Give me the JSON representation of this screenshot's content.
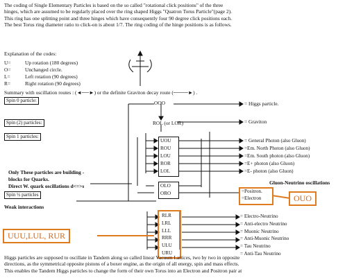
{
  "intro_lines": [
    "The coding of Single Elementary Particles is based on the so called \"rotational click positions\" of the three",
    "hinges, which are assumed to be regularly placed over the ring shaped Higgs \"Quatron Torus Particle\"(page 2).",
    "This ring has one splitting point and three hinges which have consequently four 90 degree click positions each.",
    "The best Torus ring diameter ratio to click-on is about 1/7. The ring coding of the hinge positions is as follows."
  ],
  "codes": {
    "heading": "Explanation of the codes:",
    "items": [
      {
        "key": "U=",
        "text": "Up rotation (180 degrees)"
      },
      {
        "key": "O=",
        "text": "Unchanged circle."
      },
      {
        "key": "L=",
        "text": "Left rotation (90 degrees)"
      },
      {
        "key": "R=",
        "text": "Right rotation (90 degrees)"
      }
    ]
  },
  "summary": "Summary with oscillation routes : (◄──►) or the definite Graviton decay route (────►) .",
  "spin_labels": [
    "Spin 0 particle:",
    "Spin (2) particles:",
    "Spin 1 particles:",
    "Spin ½ particles"
  ],
  "building_blocks": [
    "Only These particles are building -",
    "blocks for Quarks.",
    "Direct W. quark oscillations d<=>s"
  ],
  "weak_interactions": "Weak interactions",
  "ooo": "OOO",
  "rol": "ROL (or LOR)",
  "spin1_codes": [
    "UOU",
    "ROU",
    "LOU",
    "ROR",
    "LOL"
  ],
  "spin_half_codes": [
    "OLO",
    "ORO"
  ],
  "weak_codes": [
    "RLR",
    "LRL",
    "LLL",
    "RRR",
    "ULU",
    "URU"
  ],
  "higgs_label": "= Higgs particle.",
  "graviton_label": "= Graviton",
  "spin1_names": [
    "= General Photon (also Gluon)",
    "=Em. North Photon (also Gluon)",
    "=Em. South photon (also Gluon)",
    "=E+ photon        (also Gluon)",
    "=E- photon        (also Gluon)"
  ],
  "spin_half_names": [
    "=Positron.",
    "=Electron"
  ],
  "gluon_neutrino": "Gluon-Neutrino oscillations",
  "neutrino_names": [
    "= Electro-Neutrino",
    "= Anti-electro Neutrino",
    "= Muonic Neutrino",
    "= Anti-Muonic Neutrino",
    "= Tau Neutrino",
    "= Anti-Tau Neutrino"
  ],
  "annotations": {
    "ouo": "OUO",
    "uuu": "UUU,LUL, RUR"
  },
  "footer_lines": [
    "Higgs particles are supposed to oscillate in Tandem along so called linear Vacuum Lattices, two by two in opposite",
    "directions, as the symmetrical opposite pistons of a boxer engine, as the origin of all energy, spin and mass effects.",
    "This enables the Tandem Higgs particles to change the form of their own Torus into an Electron and Positron pair at"
  ],
  "colors": {
    "annotation": "#e07a1e",
    "ink": "#111111"
  }
}
